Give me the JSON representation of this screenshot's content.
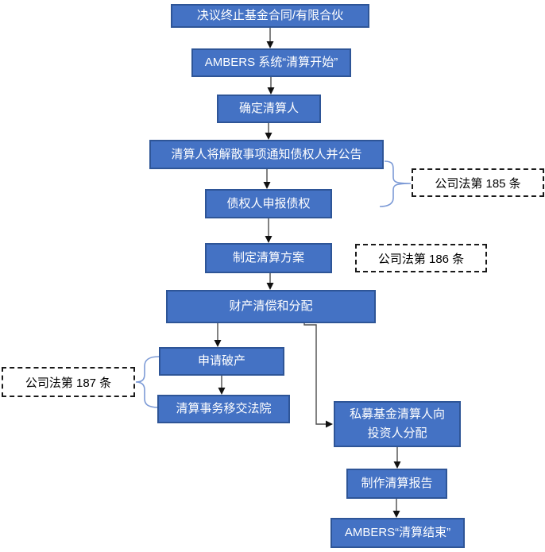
{
  "diagram": {
    "type": "flowchart",
    "nodes": {
      "terminate": {
        "label": "决议终止基金合同/有限合伙"
      },
      "ambers_start": {
        "label": "AMBERS 系统“清算开始”"
      },
      "determine_liquidator": {
        "label": "确定清算人"
      },
      "notify_creditors": {
        "label": "清算人将解散事项通知债权人并公告"
      },
      "declare_claims": {
        "label": "债权人申报债权"
      },
      "liquidation_plan": {
        "label": "制定清算方案"
      },
      "settle_distribute": {
        "label": "财产清偿和分配"
      },
      "apply_bankruptcy": {
        "label": "申请破产"
      },
      "transfer_court": {
        "label": "清算事务移交法院"
      },
      "distribute_investors": {
        "label": "私募基金清算人向\n投资人分配"
      },
      "liquidation_report": {
        "label": "制作清算报告"
      },
      "ambers_end": {
        "label": "AMBERS“清算结束”"
      }
    },
    "annotations": {
      "law185": {
        "label": "公司法第 185 条"
      },
      "law186": {
        "label": "公司法第 186 条"
      },
      "law187": {
        "label": "公司法第 187 条"
      }
    },
    "edges": [
      {
        "from": "terminate",
        "to": "ambers_start"
      },
      {
        "from": "ambers_start",
        "to": "determine_liquidator"
      },
      {
        "from": "determine_liquidator",
        "to": "notify_creditors"
      },
      {
        "from": "notify_creditors",
        "to": "declare_claims"
      },
      {
        "from": "declare_claims",
        "to": "liquidation_plan"
      },
      {
        "from": "liquidation_plan",
        "to": "settle_distribute"
      },
      {
        "from": "settle_distribute",
        "to": "apply_bankruptcy"
      },
      {
        "from": "settle_distribute",
        "to": "distribute_investors"
      },
      {
        "from": "apply_bankruptcy",
        "to": "transfer_court"
      },
      {
        "from": "distribute_investors",
        "to": "liquidation_report"
      },
      {
        "from": "liquidation_report",
        "to": "ambers_end"
      },
      {
        "from": "law185",
        "to": "notify_creditors + declare_claims",
        "style": "brace"
      },
      {
        "from": "law186",
        "to": "liquidation_plan",
        "style": "adjacent"
      },
      {
        "from": "law187",
        "to": "apply_bankruptcy + transfer_court",
        "style": "brace"
      }
    ],
    "colors": {
      "node_fill": "#4472C4",
      "node_border": "#2E5597",
      "node_text": "#FFFFFF",
      "annotation_border": "#1A1A1A",
      "annotation_text": "#000000",
      "connector": "#4D4D4D",
      "connector_head": "#111111",
      "brace": "#7C9AD6",
      "background": "#FFFFFF"
    }
  }
}
